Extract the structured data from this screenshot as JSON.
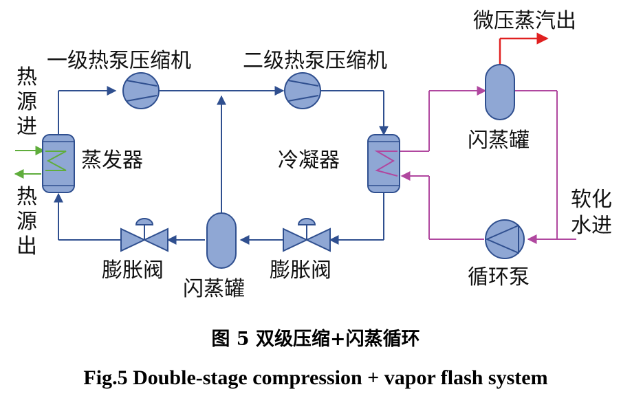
{
  "labels": {
    "stage1_compressor": "一级热泵压缩机",
    "stage2_compressor": "二级热泵压缩机",
    "heat_source_in": [
      "热",
      "源",
      "进"
    ],
    "heat_source_out": [
      "热",
      "源",
      "出"
    ],
    "evaporator": "蒸发器",
    "condenser": "冷凝器",
    "flash_tank_top": "闪蒸罐",
    "flash_tank_mid": "闪蒸罐",
    "expansion_valve_left": "膨胀阀",
    "expansion_valve_right": "膨胀阀",
    "steam_out": "微压蒸汽出",
    "soft_water_in": [
      "软化",
      "水进"
    ],
    "circulation_pump": "循环泵"
  },
  "caption": {
    "cn": "图 5 双级压缩+闪蒸循环",
    "en": "Fig.5 Double-stage compression + vapor flash system"
  },
  "colors": {
    "refrigerant_line": "#2f4f8f",
    "heat_source_line": "#5fad3c",
    "water_line": "#b0479f",
    "steam_line": "#e02020",
    "equipment_fill": "#8fa7d4",
    "equipment_stroke": "#2f4f8f"
  }
}
